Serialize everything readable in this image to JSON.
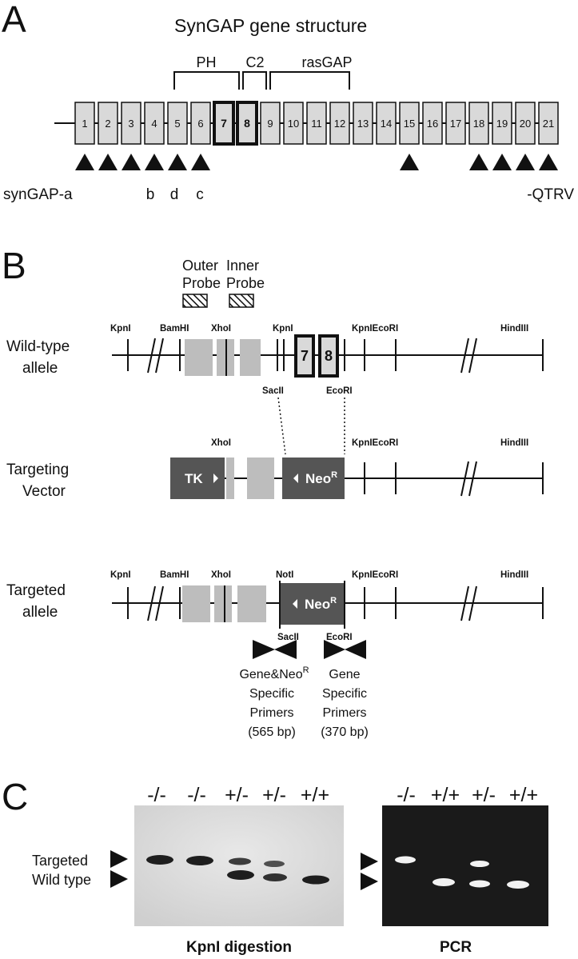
{
  "panel_a": {
    "letter": "A",
    "title": "SynGAP gene structure",
    "domains": [
      "PH",
      "C2",
      "rasGAP"
    ],
    "exons": [
      "1",
      "2",
      "3",
      "4",
      "5",
      "6",
      "7",
      "8",
      "9",
      "10",
      "11",
      "12",
      "13",
      "14",
      "15",
      "16",
      "17",
      "18",
      "19",
      "20",
      "21"
    ],
    "isoform_labels": {
      "a": "synGAP-a",
      "b": "b",
      "d": "d",
      "c": "c",
      "qtrv": "-QTRV"
    }
  },
  "panel_b": {
    "letter": "B",
    "probes": {
      "outer_1": "Outer",
      "outer_2": "Probe",
      "inner_1": "Inner",
      "inner_2": "Probe"
    },
    "rows": {
      "wt_1": "Wild-type",
      "wt_2": "allele",
      "tv_1": "Targeting",
      "tv_2": "Vector",
      "ta_1": "Targeted",
      "ta_2": "allele"
    },
    "sites": {
      "kpni": "KpnI",
      "bamhi": "BamHI",
      "xhoi": "XhoI",
      "kpniecori": "KpnIEcoRI",
      "hindiii": "HindIII",
      "sacii": "SacII",
      "ecori": "EcoRI",
      "noti": "NotI"
    },
    "boxes": {
      "tk": "TK",
      "neo": "Neo",
      "neo_sup": "R",
      "exon7": "7",
      "exon8": "8"
    },
    "primers": {
      "left_1": "Gene&Neo",
      "left_1_sup": "R",
      "left_2": "Specific",
      "left_3": "Primers",
      "left_4": "(565 bp)",
      "right_1": "Gene",
      "right_2": "Specific",
      "right_3": "Primers",
      "right_4": "(370 bp)"
    }
  },
  "panel_c": {
    "letter": "C",
    "southern_genotypes": [
      "-/-",
      "-/-",
      "+/-",
      "+/-",
      "+/+"
    ],
    "pcr_genotypes": [
      "-/-",
      "+/+",
      "+/-",
      "+/+"
    ],
    "band_labels": {
      "targeted": "Targeted",
      "wild_type": "Wild type"
    },
    "captions": {
      "southern": "KpnI digestion",
      "pcr": "PCR"
    }
  },
  "colors": {
    "dark_box": "#555555",
    "light_box": "#bdbdbd",
    "exon_fill": "#d9d9d9",
    "gel_light": "#dedede",
    "gel_dark": "#1a1a1a"
  }
}
